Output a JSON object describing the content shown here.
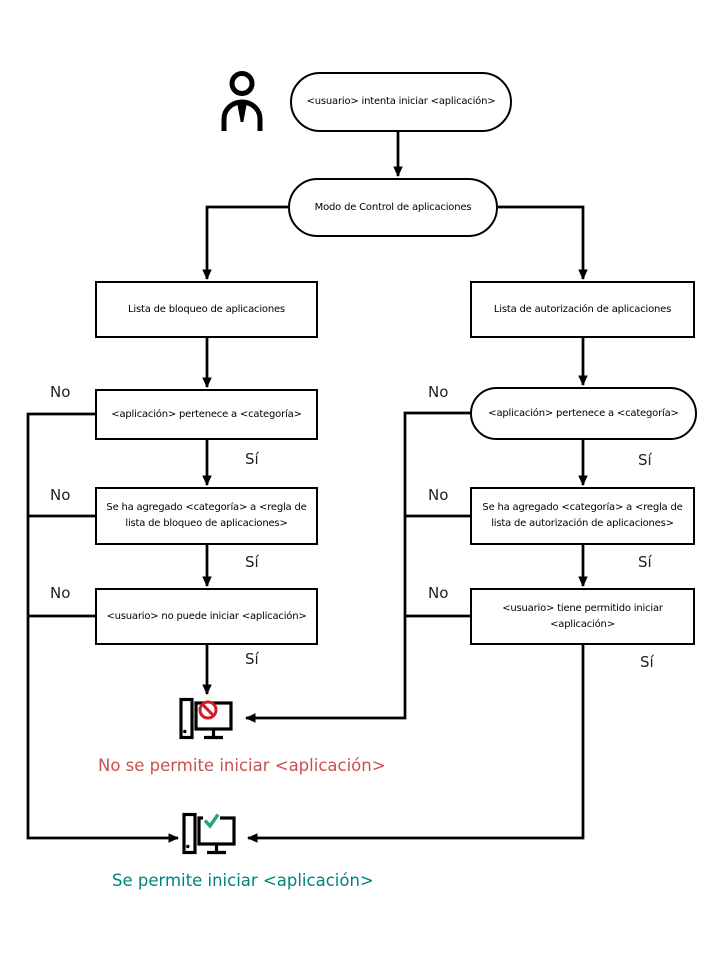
{
  "diagram": {
    "nodes": {
      "start": "<usuario> intenta iniciar <aplicación>",
      "mode": "Modo de Control de aplicaciones",
      "denylist": "Lista de bloqueo de aplicaciones",
      "allowlist": "Lista de autorización de aplicaciones",
      "deny_belongs": "<aplicación> pertenece a <categoría>",
      "allow_belongs": "<aplicación> pertenece a <categoría>",
      "deny_rule": "Se ha agregado <categoría> a <regla de\nlista de bloqueo de aplicaciones>",
      "allow_rule": "Se ha agregado <categoría> a <regla de\nlista de autorización de aplicaciones>",
      "deny_result": "<usuario> no puede iniciar <aplicación>",
      "allow_result": "<usuario> tiene permitido iniciar\n<aplicación>"
    },
    "labels": {
      "no": "No",
      "si": "Sí"
    },
    "outcomes": {
      "blocked": "No se permite iniciar <aplicación>",
      "allowed": "Se permite iniciar <aplicación>"
    },
    "colors": {
      "line": "#000000",
      "blocked_text": "#C9504E",
      "allowed_text": "#00837C",
      "blocked_icon_accent": "#CC1F2B",
      "allowed_icon_accent": "#26A47C"
    },
    "icons": {
      "actor": "user-icon",
      "blocked": "blocked-computer-icon",
      "allowed": "allowed-computer-icon"
    }
  }
}
